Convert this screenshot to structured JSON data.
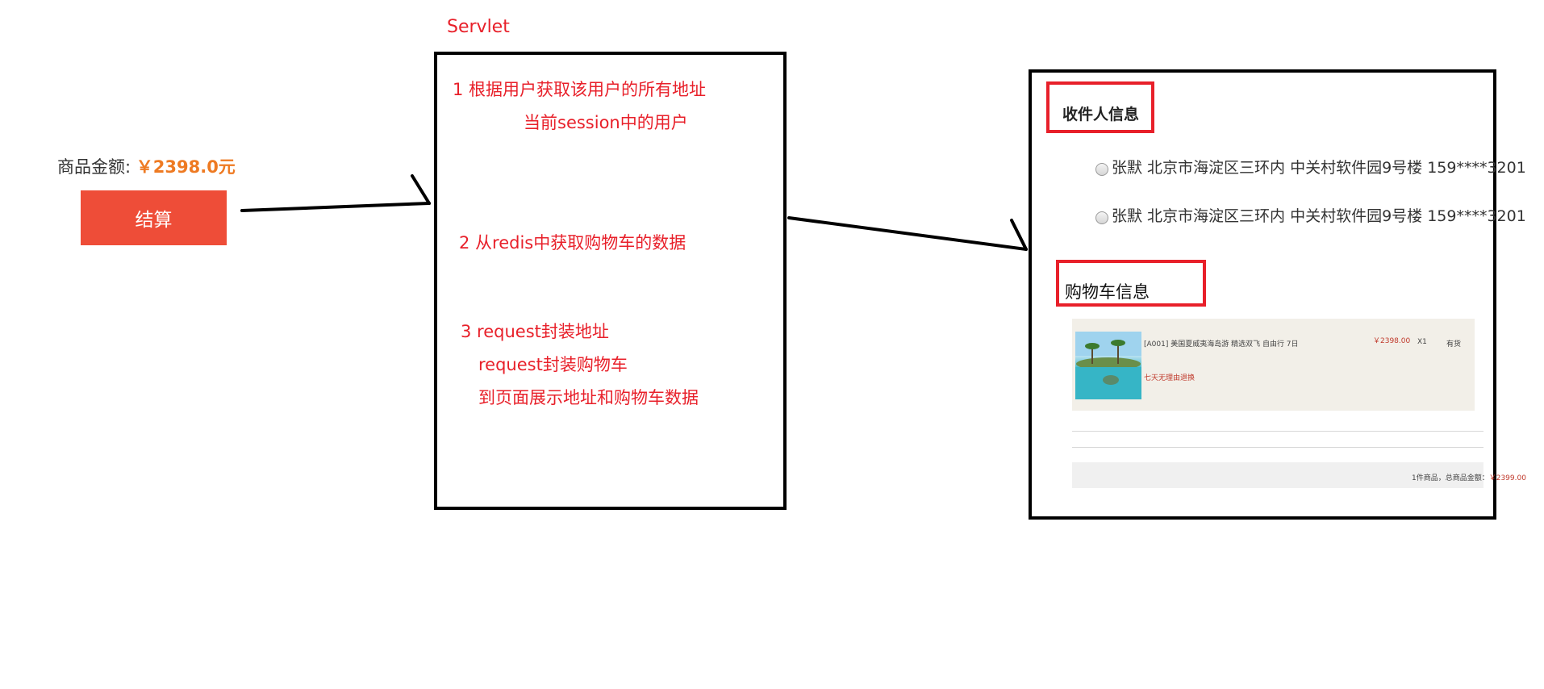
{
  "checkout": {
    "amount_label": "商品金额:",
    "amount_value": "￥2398.0元",
    "button_label": "结算"
  },
  "servlet": {
    "title": "Servlet",
    "step1_line1": "1 根据用户获取该用户的所有地址",
    "step1_line2": "当前session中的用户",
    "step2": "2 从redis中获取购物车的数据",
    "step3_line1": "3 request封装地址",
    "step3_line2": "request封装购物车",
    "step3_line3": "到页面展示地址和购物车数据"
  },
  "result": {
    "recipient_title": "收件人信息",
    "addresses": [
      "张默 北京市海淀区三环内 中关村软件园9号楼 159****3201",
      "张默 北京市海淀区三环内 中关村软件园9号楼 159****3201"
    ],
    "cart_title": "购物车信息",
    "cart_item": {
      "name": "[A001] 美国夏威夷海岛游 精选双飞 自由行 7日",
      "price": "￥2398.00",
      "qty": "X1",
      "status": "有货",
      "tag": "七天无理由退换"
    },
    "summary": {
      "count_text": "1件商品，总商品金额：",
      "total": "￥2399.00"
    }
  },
  "colors": {
    "accent_red": "#e8202a",
    "button_red": "#ee4d38",
    "amount_orange": "#ee7a22"
  }
}
